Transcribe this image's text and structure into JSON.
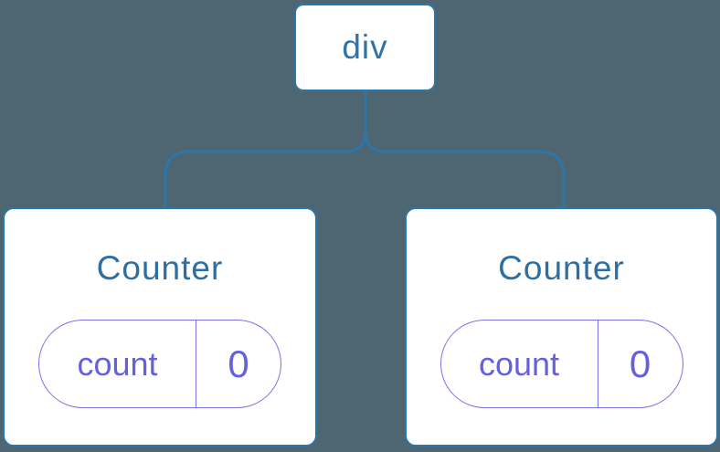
{
  "diagram": {
    "background_color": "#4d6671",
    "line_color": "#2e76a8",
    "node_border_color": "#2e76a8",
    "heading_color": "#2e6f9f",
    "pill_border_color": "#7a73e6",
    "pill_text_color": "#6561dd",
    "root": {
      "label": "div"
    },
    "children": [
      {
        "title": "Counter",
        "state": {
          "key": "count",
          "value": "0"
        }
      },
      {
        "title": "Counter",
        "state": {
          "key": "count",
          "value": "0"
        }
      }
    ]
  }
}
